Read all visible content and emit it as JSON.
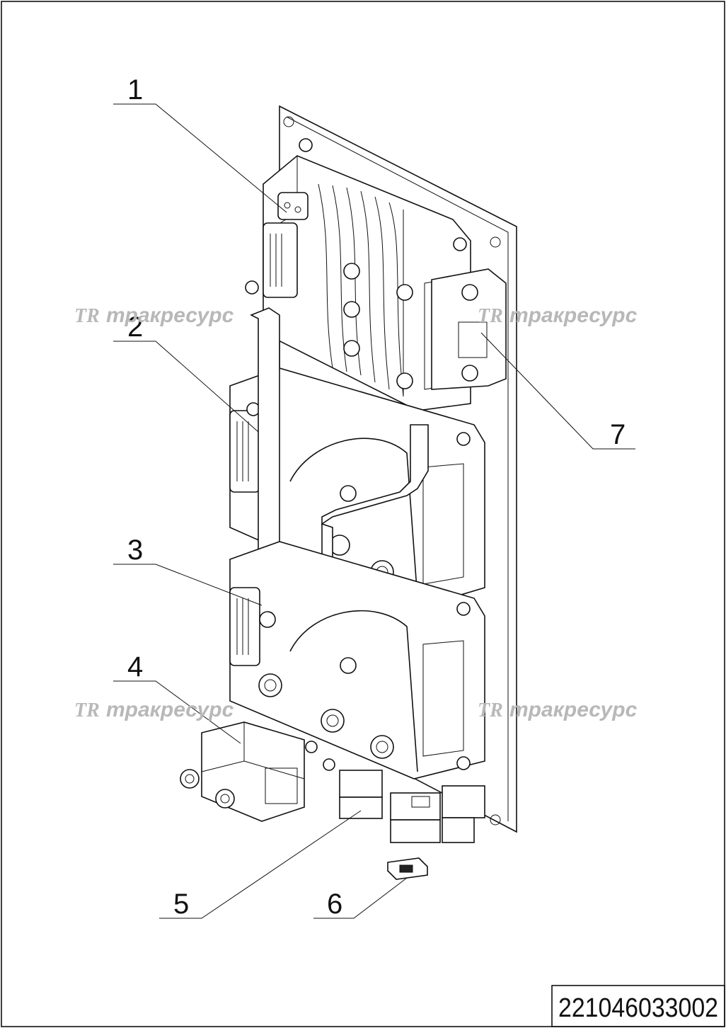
{
  "drawing": {
    "code": "221046033002",
    "watermark": "трак­ресурс",
    "watermark_logo": "ТR",
    "callouts": [
      {
        "label": "1"
      },
      {
        "label": "2"
      },
      {
        "label": "3"
      },
      {
        "label": "4"
      },
      {
        "label": "5"
      },
      {
        "label": "6"
      },
      {
        "label": "7"
      }
    ]
  }
}
